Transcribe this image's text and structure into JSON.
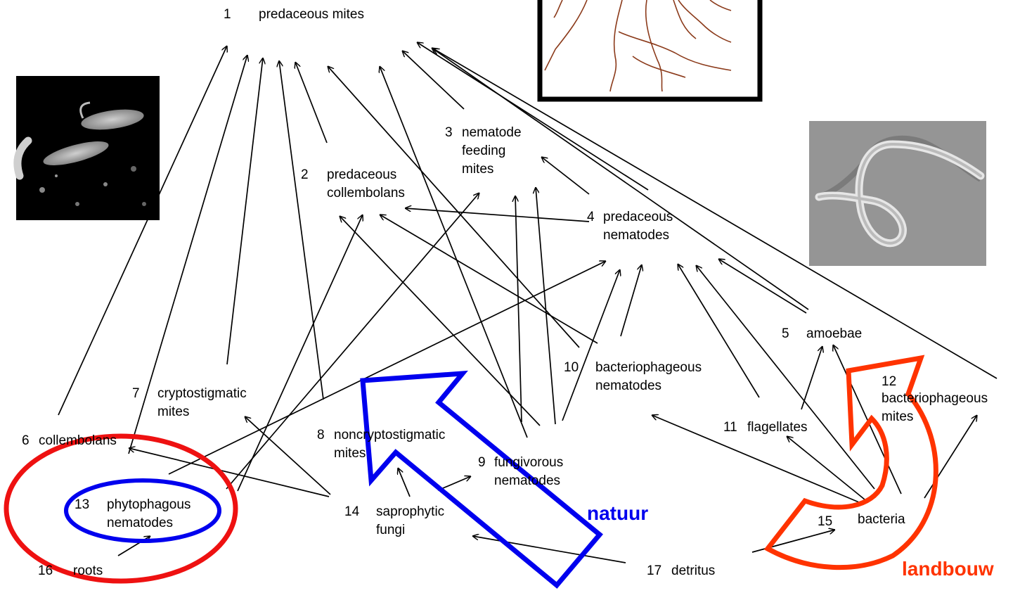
{
  "nodes": [
    {
      "num": "1",
      "label": "predaceous mites"
    },
    {
      "num": "2",
      "label": "predaceous\ncollembolans"
    },
    {
      "num": "3",
      "label": "nematode\nfeeding\nmites"
    },
    {
      "num": "4",
      "label": "predaceous\nnematodes"
    },
    {
      "num": "5",
      "label": "amoebae"
    },
    {
      "num": "6",
      "label": "collembolans"
    },
    {
      "num": "7",
      "label": "cryptostigmatic\nmites"
    },
    {
      "num": "8",
      "label": "noncryptostigmatic\nmites"
    },
    {
      "num": "9",
      "label": "fungivorous\nnematodes"
    },
    {
      "num": "10",
      "label": "bacteriophageous\nnematodes"
    },
    {
      "num": "11",
      "label": "flagellates"
    },
    {
      "num": "12",
      "label": "bacteriophageous\nmites"
    },
    {
      "num": "13",
      "label": "phytophagous\nnematodes"
    },
    {
      "num": "14",
      "label": "saprophytic\nfungi"
    },
    {
      "num": "15",
      "label": "bacteria"
    },
    {
      "num": "16",
      "label": "roots"
    },
    {
      "num": "17",
      "label": "detritus"
    }
  ],
  "callouts": {
    "natuur": "natuur",
    "landbouw": "landbouw"
  },
  "colors": {
    "natuur_arrow": "#0000ee",
    "landbouw_arrow": "#ff3300",
    "outer_ellipse": "#ee1111",
    "inner_ellipse": "#0000ee",
    "root_lines": "#8b3a1a"
  },
  "images": [
    {
      "name": "collembolan-photo"
    },
    {
      "name": "root-drawing"
    },
    {
      "name": "nematode-photo"
    }
  ]
}
